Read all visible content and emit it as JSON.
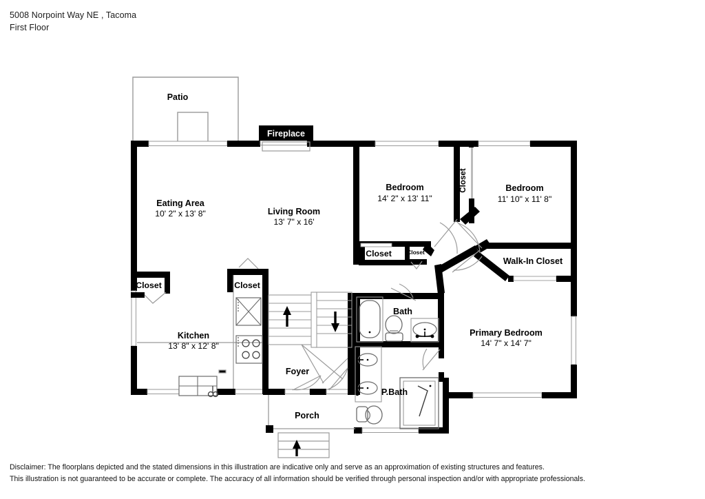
{
  "header": {
    "address": "5008 Norpoint Way NE , Tacoma",
    "floor": "First Floor"
  },
  "disclaimer": {
    "line1": "Disclaimer: The floorplans depicted and the stated dimensions in this illustration are indicative only and serve as an approximation of existing structures and features.",
    "line2": "This illustration is not guaranteed to be accurate or complete. The accuracy of all information should be verified through personal inspection and/or with appropriate professionals."
  },
  "colors": {
    "wall": "#000000",
    "fixture_outline": "#555555",
    "thin_line": "#9a9a9a",
    "background": "#ffffff",
    "text": "#000000",
    "fireplace_bg": "#000000",
    "fireplace_text": "#ffffff"
  },
  "rooms": [
    {
      "id": "patio",
      "name": "Patio",
      "dimensions": ""
    },
    {
      "id": "eating-area",
      "name": "Eating Area",
      "dimensions": "10' 2\" x 13' 8\""
    },
    {
      "id": "living-room",
      "name": "Living Room",
      "dimensions": "13' 7\" x 16'"
    },
    {
      "id": "bedroom-2",
      "name": "Bedroom",
      "dimensions": "14' 2\" x 13' 11\""
    },
    {
      "id": "bedroom-3",
      "name": "Bedroom",
      "dimensions": "11' 10\" x 11' 8\""
    },
    {
      "id": "kitchen",
      "name": "Kitchen",
      "dimensions": "13' 8\" x 12' 8\""
    },
    {
      "id": "primary-bedroom",
      "name": "Primary Bedroom",
      "dimensions": "14' 7\" x 14' 7\""
    },
    {
      "id": "walk-in-closet",
      "name": "Walk-In Closet",
      "dimensions": ""
    },
    {
      "id": "bath",
      "name": "Bath",
      "dimensions": ""
    },
    {
      "id": "p-bath",
      "name": "P.Bath",
      "dimensions": ""
    },
    {
      "id": "foyer",
      "name": "Foyer",
      "dimensions": ""
    },
    {
      "id": "porch",
      "name": "Porch",
      "dimensions": ""
    },
    {
      "id": "closet-eating",
      "name": "Closet",
      "dimensions": ""
    },
    {
      "id": "closet-kitchen",
      "name": "Closet",
      "dimensions": ""
    },
    {
      "id": "closet-bed2",
      "name": "Closet",
      "dimensions": ""
    },
    {
      "id": "closet-small",
      "name": "Closet",
      "dimensions": ""
    },
    {
      "id": "closet-bed3",
      "name": "Closet",
      "dimensions": ""
    }
  ],
  "labels": {
    "patio": "Patio",
    "fireplace": "Fireplace",
    "eating_area": "Eating Area",
    "eating_area_dims": "10' 2\" x 13' 8\"",
    "living_room": "Living Room",
    "living_room_dims": "13' 7\" x 16'",
    "bedroom2": "Bedroom",
    "bedroom2_dims": "14' 2\" x 13' 11\"",
    "bedroom3": "Bedroom",
    "bedroom3_dims": "11' 10\" x 11' 8\"",
    "closet_bed3_vertical": "Closet",
    "closet_eating": "Closet",
    "closet_kitchen": "Closet",
    "closet_bed2": "Closet",
    "closet_small": "Closet",
    "walk_in_closet": "Walk-In Closet",
    "kitchen": "Kitchen",
    "kitchen_dims": "13' 8\" x 12' 8\"",
    "bath": "Bath",
    "p_bath": "P.Bath",
    "primary_bedroom": "Primary Bedroom",
    "primary_bedroom_dims": "14' 7\" x 14' 7\"",
    "foyer": "Foyer",
    "porch": "Porch"
  },
  "stairs": {
    "up_arrow": "up-arrow",
    "down_arrow": "down-arrow",
    "porch_arrow": "up-arrow"
  }
}
